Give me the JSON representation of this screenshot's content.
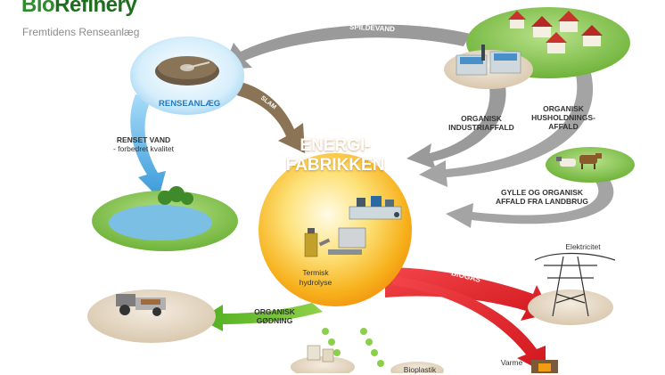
{
  "brand": {
    "part1": "Bio",
    "part2": "Refinery"
  },
  "tagline": "Fremtidens Renseanlæg",
  "center": {
    "line1": "ENERGI-",
    "line2": "FABRIKKEN",
    "process_line1": "Termisk",
    "process_line2": "hydrolyse"
  },
  "nodes": {
    "renseanlaeg": "RENSEANLÆG",
    "renset_vand_line1": "RENSET VAND",
    "renset_vand_line2": "- forbedret kvalitet",
    "elektricitet": "Elektricitet",
    "varme": "Varme",
    "bioplastik": "Bioplastik"
  },
  "arrows": {
    "spildevand": "SPILDEVAND",
    "slam": "SLAM",
    "organisk_industriaffald_line1": "ORGANISK",
    "organisk_industriaffald_line2": "INDUSTRIAFFALD",
    "organisk_husholdning_line1": "ORGANISK",
    "organisk_husholdning_line2": "HUSHOLDNINGS-",
    "organisk_husholdning_line3": "AFFALD",
    "gylle_line1": "GYLLE OG ORGANISK",
    "gylle_line2": "AFFALD FRA LANDBRUG",
    "biogas": "BIOGAS",
    "organisk_goedning_line1": "ORGANISK",
    "organisk_goedning_line2": "GØDNING"
  },
  "colors": {
    "brand_green": "#2e8b2e",
    "gray_arrow": "#9a9a9a",
    "slam_brown": "#8b7355",
    "biogas_red": "#e8262a",
    "green_arrow": "#6cbf2a",
    "water_blue": "#4aa8e0",
    "sun_yellow": "#f9c22e"
  }
}
